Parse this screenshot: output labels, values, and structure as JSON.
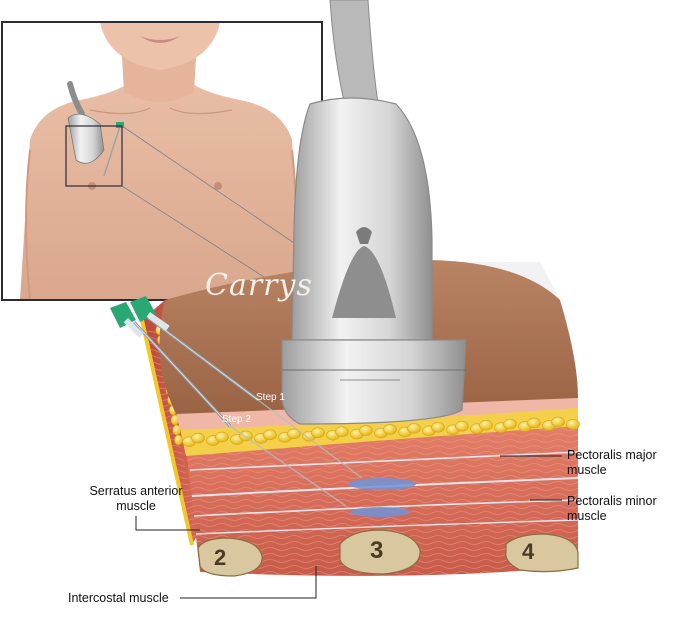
{
  "labels": {
    "pectoralis_major": [
      "Pectoralis major",
      "muscle"
    ],
    "pectoralis_minor": [
      "Pectoralis minor",
      "muscle"
    ],
    "serratus_anterior": [
      "Serratus anterior",
      "muscle"
    ],
    "intercostal": "Intercostal muscle",
    "step1": "Step 1",
    "step2": "Step 2"
  },
  "ribs": [
    "2",
    "3",
    "4"
  ],
  "signature": "Carrys",
  "colors": {
    "skin": "#a8714f",
    "fat": "#f2c92a",
    "muscle": "#d9705e",
    "fascia": "#d8d8e0",
    "injectate": "#6f94d8",
    "probe": "#cfcfcf",
    "needle_hub": "#2aa874",
    "inset_frame": "#2b2b3a"
  },
  "icons": {
    "probe": "ultrasound-probe-icon",
    "needle": "needle-icon"
  }
}
